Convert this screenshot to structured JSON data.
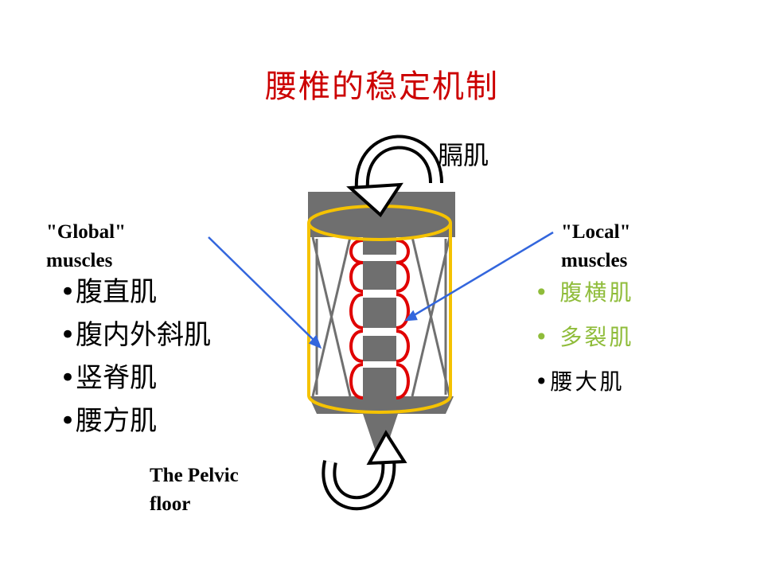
{
  "title": "腰椎的稳定机制",
  "diaphragm_label": "膈肌",
  "global": {
    "label_line1": "\"Global\"",
    "label_line2": "muscles",
    "items": [
      "•腹直肌",
      "•腹内外斜肌",
      "•竖脊肌",
      "•腰方肌"
    ]
  },
  "local": {
    "label_line1": "\"Local\"",
    "label_line2": "muscles",
    "items": [
      "• 腹横肌",
      "• 多裂肌",
      "•腰大肌"
    ]
  },
  "pelvic": {
    "label_line1": "The Pelvic",
    "label_line2": "floor"
  },
  "colors": {
    "title": "#cc0000",
    "local_highlight": "#8fbc3a",
    "cylinder": "#f5c200",
    "multifidus": "#e00000",
    "pointer_lines": "#3366dd",
    "structure": "#707070"
  }
}
